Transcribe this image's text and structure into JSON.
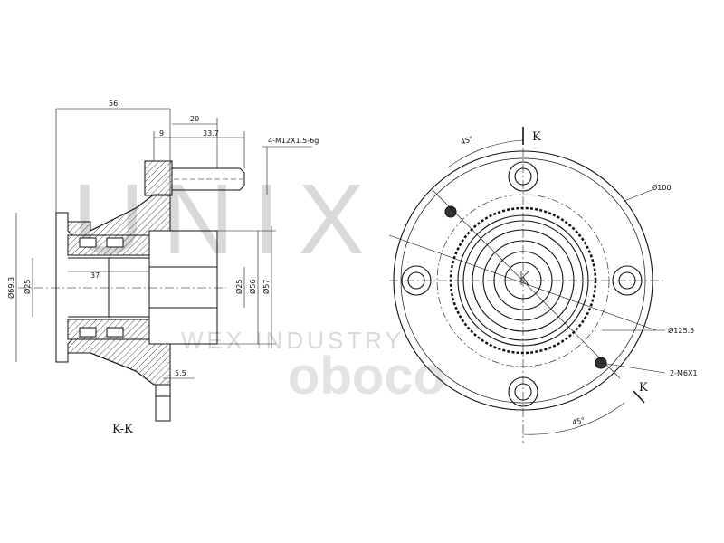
{
  "watermark": {
    "brand": "UNIX",
    "tagline": "WEX INDUSTRY",
    "logo_text": "oboco",
    "color": "#d9d9d9"
  },
  "section_view": {
    "section_label": "K-K",
    "dims": {
      "overall_width": "56",
      "stud_offset": "20",
      "flange_thickness": "9",
      "stud_length": "33.7",
      "stud_thread": "4-M12X1.5-6g",
      "bore_inner_len": "37",
      "flange_face": "5.5",
      "dia_outer": "Ø69.3",
      "dia_bore": "Ø25",
      "dia_shaft": "Ø25",
      "dia_seat": "Ø56",
      "dia_body": "Ø57"
    }
  },
  "front_view": {
    "cut_mark": "K",
    "angle_top": "45°",
    "angle_bottom": "45°",
    "pcd": "Ø100",
    "flange_dia": "Ø125.5",
    "holes_note": "2-M6X1"
  },
  "colors": {
    "line": "#111111",
    "hatch": "#222222"
  }
}
